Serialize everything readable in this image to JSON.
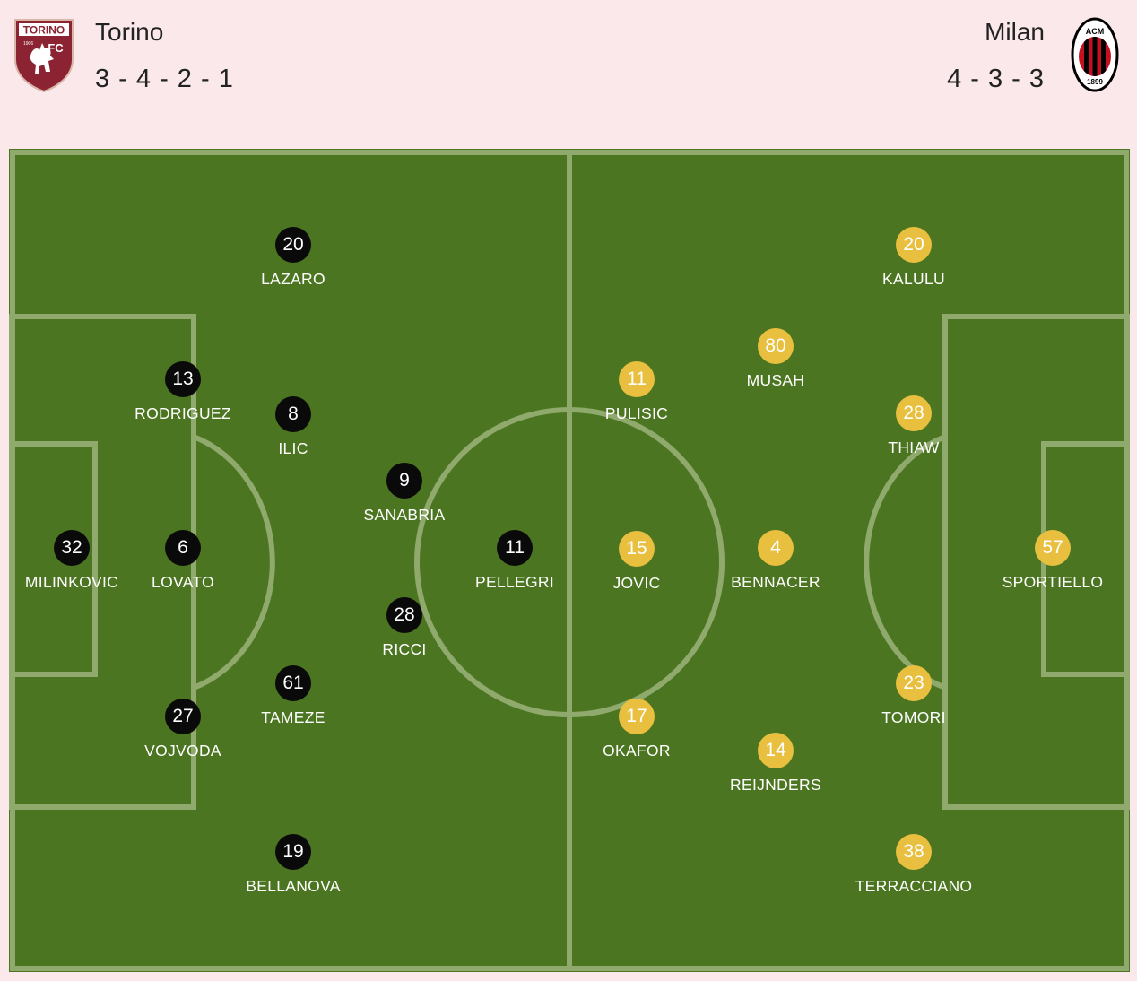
{
  "home": {
    "name": "Torino",
    "formation": "3 - 4 - 2 - 1",
    "crest": {
      "top_text": "TORINO",
      "year": "1906",
      "fc": "FC",
      "color": "#8b2332"
    },
    "color": "#0a0a0a",
    "players": [
      {
        "number": "32",
        "name": "MILINKOVIC"
      },
      {
        "number": "6",
        "name": "LOVATO"
      },
      {
        "number": "13",
        "name": "RODRIGUEZ"
      },
      {
        "number": "27",
        "name": "VOJVODA"
      },
      {
        "number": "20",
        "name": "LAZARO"
      },
      {
        "number": "8",
        "name": "ILIC"
      },
      {
        "number": "61",
        "name": "TAMEZE"
      },
      {
        "number": "19",
        "name": "BELLANOVA"
      },
      {
        "number": "9",
        "name": "SANABRIA"
      },
      {
        "number": "28",
        "name": "RICCI"
      },
      {
        "number": "11",
        "name": "PELLEGRI"
      }
    ]
  },
  "away": {
    "name": "Milan",
    "formation": "4 - 3 - 3",
    "crest": {
      "top_text": "ACM",
      "year": "1899",
      "colors": [
        "#c4111f",
        "#000000"
      ]
    },
    "color": "#e8bf3f",
    "players": [
      {
        "number": "57",
        "name": "SPORTIELLO"
      },
      {
        "number": "20",
        "name": "KALULU"
      },
      {
        "number": "28",
        "name": "THIAW"
      },
      {
        "number": "23",
        "name": "TOMORI"
      },
      {
        "number": "38",
        "name": "TERRACCIANO"
      },
      {
        "number": "80",
        "name": "MUSAH"
      },
      {
        "number": "4",
        "name": "BENNACER"
      },
      {
        "number": "14",
        "name": "REIJNDERS"
      },
      {
        "number": "11",
        "name": "PULISIC"
      },
      {
        "number": "15",
        "name": "JOVIC"
      },
      {
        "number": "17",
        "name": "OKAFOR"
      }
    ]
  },
  "pitch": {
    "grass_color": "#4b7520",
    "line_color": "#9bb47a"
  }
}
